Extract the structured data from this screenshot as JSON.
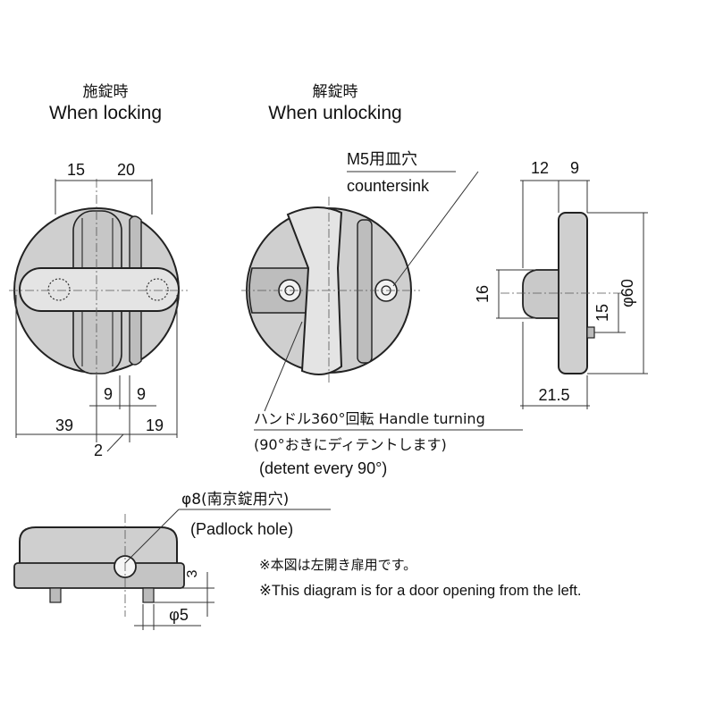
{
  "views": {
    "locking": {
      "title_jp": "施錠時",
      "title_en": "When locking"
    },
    "unlocking": {
      "title_jp": "解錠時",
      "title_en": "When unlocking"
    }
  },
  "dimensions": {
    "d15": "15",
    "d20": "20",
    "d9a": "9",
    "d9b": "9",
    "d39": "39",
    "d2": "2",
    "d19": "19",
    "d12": "12",
    "d9c": "9",
    "d16": "16",
    "d15b": "15",
    "d60": "φ60",
    "d215": "21.5",
    "d3": "3",
    "d5": "φ5"
  },
  "callouts": {
    "m5_jp": "M5用皿穴",
    "m5_en": "countersink",
    "handle_line1": "ハンドル360°回転 Handle turning",
    "handle_line2": "(90°おきにディテントします)",
    "handle_line3": "(detent every 90°)",
    "padlock_line1": "φ8(南京錠用穴)",
    "padlock_line2": "(Padlock hole)"
  },
  "notes": {
    "note_jp": "※本図は左開き扉用です。",
    "note_en": "※This diagram is for a door opening from the left."
  }
}
